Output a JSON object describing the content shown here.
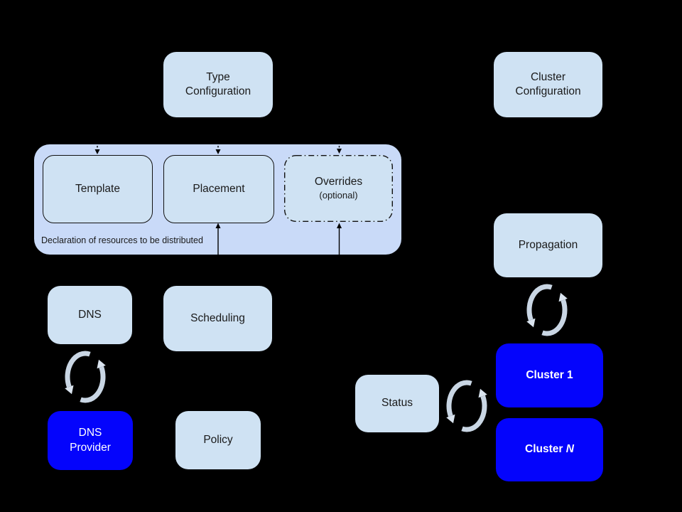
{
  "diagram": {
    "nodes": {
      "type_configuration": {
        "label": "Type\nConfiguration"
      },
      "cluster_configuration": {
        "label": "Cluster\nConfiguration"
      },
      "template": {
        "label": "Template"
      },
      "placement": {
        "label": "Placement"
      },
      "overrides": {
        "label": "Overrides",
        "sublabel": "(optional)"
      },
      "declaration_group": {
        "caption": "Declaration of resources to be distributed"
      },
      "dns": {
        "label": "DNS"
      },
      "scheduling": {
        "label": "Scheduling"
      },
      "dns_provider": {
        "label": "DNS\nProvider"
      },
      "policy": {
        "label": "Policy"
      },
      "propagation": {
        "label": "Propagation"
      },
      "status": {
        "label": "Status"
      },
      "cluster_1": {
        "label": "Cluster 1"
      },
      "cluster_n": {
        "label_prefix": "Cluster",
        "label_suffix": "N"
      }
    },
    "icons": {
      "sync": "circular-sync-arrows"
    },
    "colors": {
      "background": "#000000",
      "light_box": "#cfe2f3",
      "group_container": "#c9daf8",
      "highlight_box": "#0404fc",
      "box_border": "#111111",
      "sync_arrow": "#c9d6e4",
      "text_dark": "#1a1a1a",
      "text_light": "#ffffff"
    }
  }
}
